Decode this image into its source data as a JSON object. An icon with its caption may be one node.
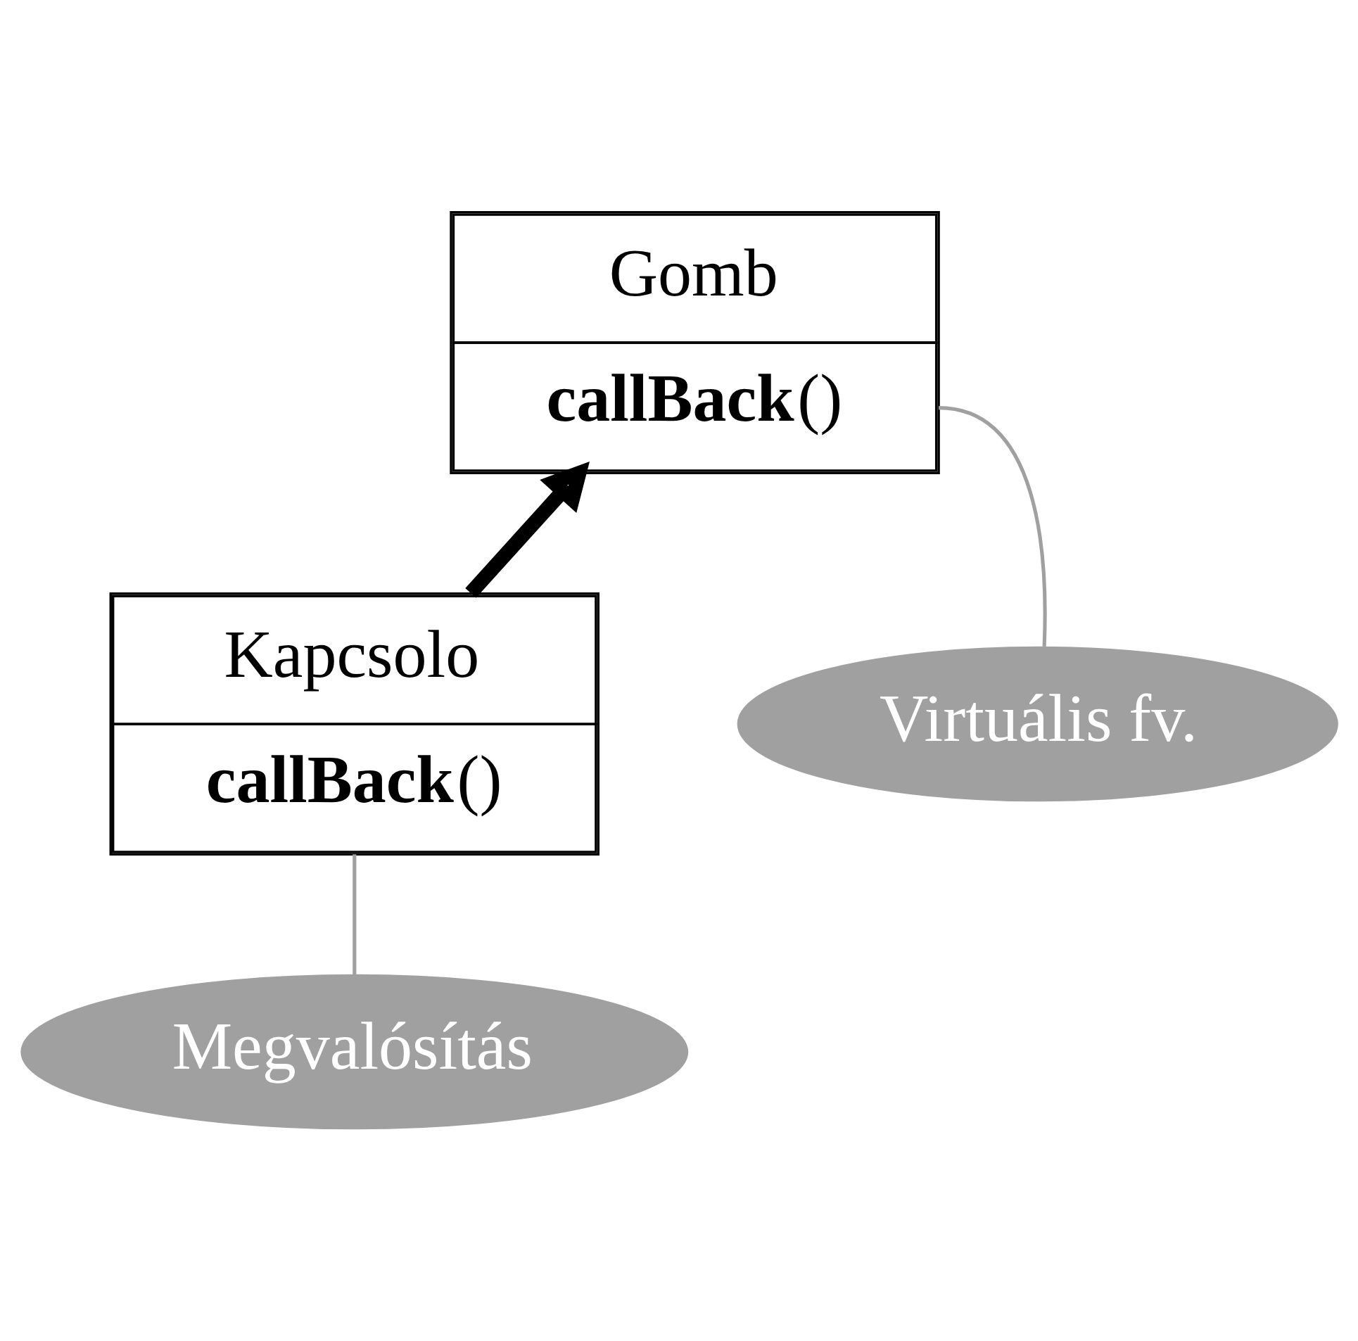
{
  "diagram": {
    "nodes": [
      {
        "text": [
          "Gomb",
          "**callBack**()"
        ]
      },
      {
        "text": [
          "Kapcsolo",
          "**callBack**()"
        ]
      },
      {
        "text": [
          "Virtuális fv."
        ]
      },
      {
        "text": [
          "Megvalósítás"
        ]
      }
    ],
    "edges": [
      {
        "from": 1,
        "to": 0,
        "arrow": "to",
        "style": "thick",
        "color": "#000000"
      },
      {
        "from": 2,
        "to": 0,
        "arrow": "none",
        "color": "#a0a0a0"
      },
      {
        "from": 3,
        "to": 1,
        "arrow": "none",
        "color": "#a0a0a0"
      }
    ]
  }
}
